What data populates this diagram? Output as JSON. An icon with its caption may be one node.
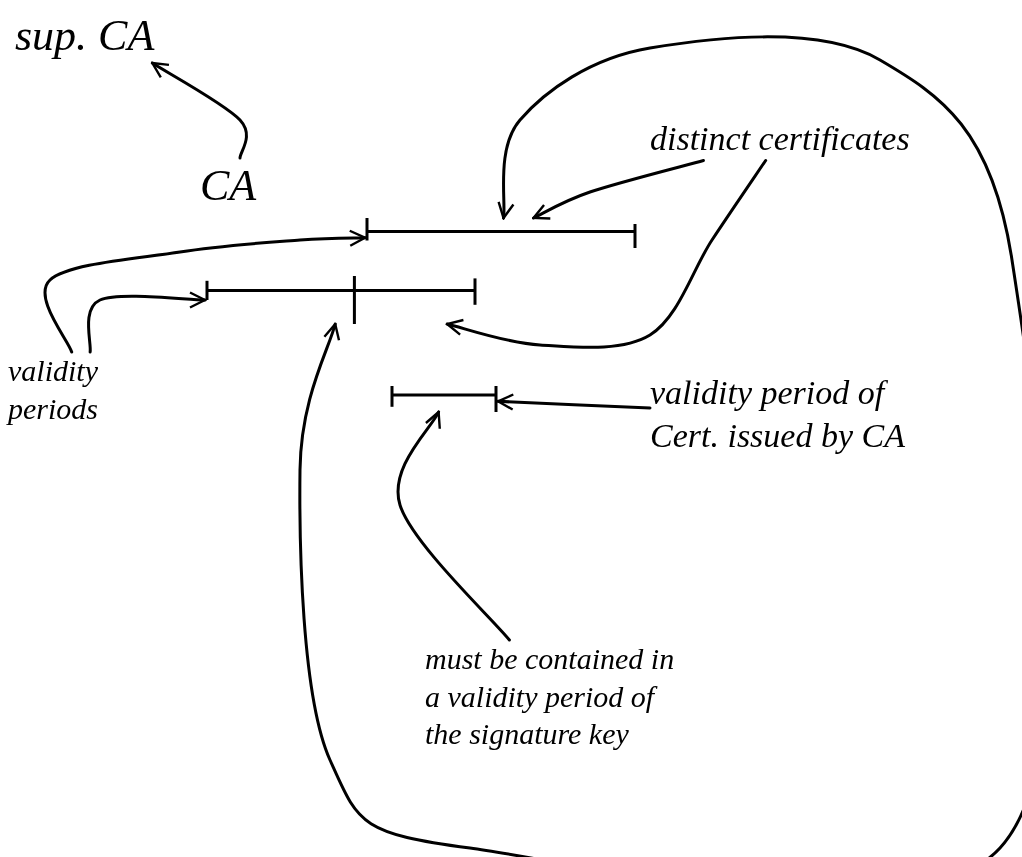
{
  "diagram": {
    "nodes": [
      {
        "text": [
          "sup. CA"
        ]
      },
      {
        "text": [
          "CA"
        ]
      },
      {
        "text": [
          "distinct certificates"
        ]
      },
      {
        "text": [
          "validity periods"
        ]
      },
      {
        "text": [
          "validity period of Cert. issued by CA"
        ]
      },
      {
        "text": [
          "must be contained in a validity period of the signature key"
        ]
      },
      {
        "text": [],
        "shape": "bar"
      },
      {
        "text": [],
        "shape": "bar"
      },
      {
        "text": [],
        "shape": "bar"
      }
    ],
    "edges": [
      {
        "from": 1,
        "to": 0,
        "arrow": "to"
      },
      {
        "from": 2,
        "to": 6,
        "arrow": "to"
      },
      {
        "from": 2,
        "to": 7,
        "arrow": "to"
      },
      {
        "from": 3,
        "to": 6,
        "arrow": "to"
      },
      {
        "from": 3,
        "to": 7,
        "arrow": "to"
      },
      {
        "from": 4,
        "to": 8,
        "arrow": "to"
      },
      {
        "from": 5,
        "to": 8,
        "arrow": "to"
      },
      {
        "from": 7,
        "to": 6,
        "arrow": "both"
      }
    ]
  }
}
